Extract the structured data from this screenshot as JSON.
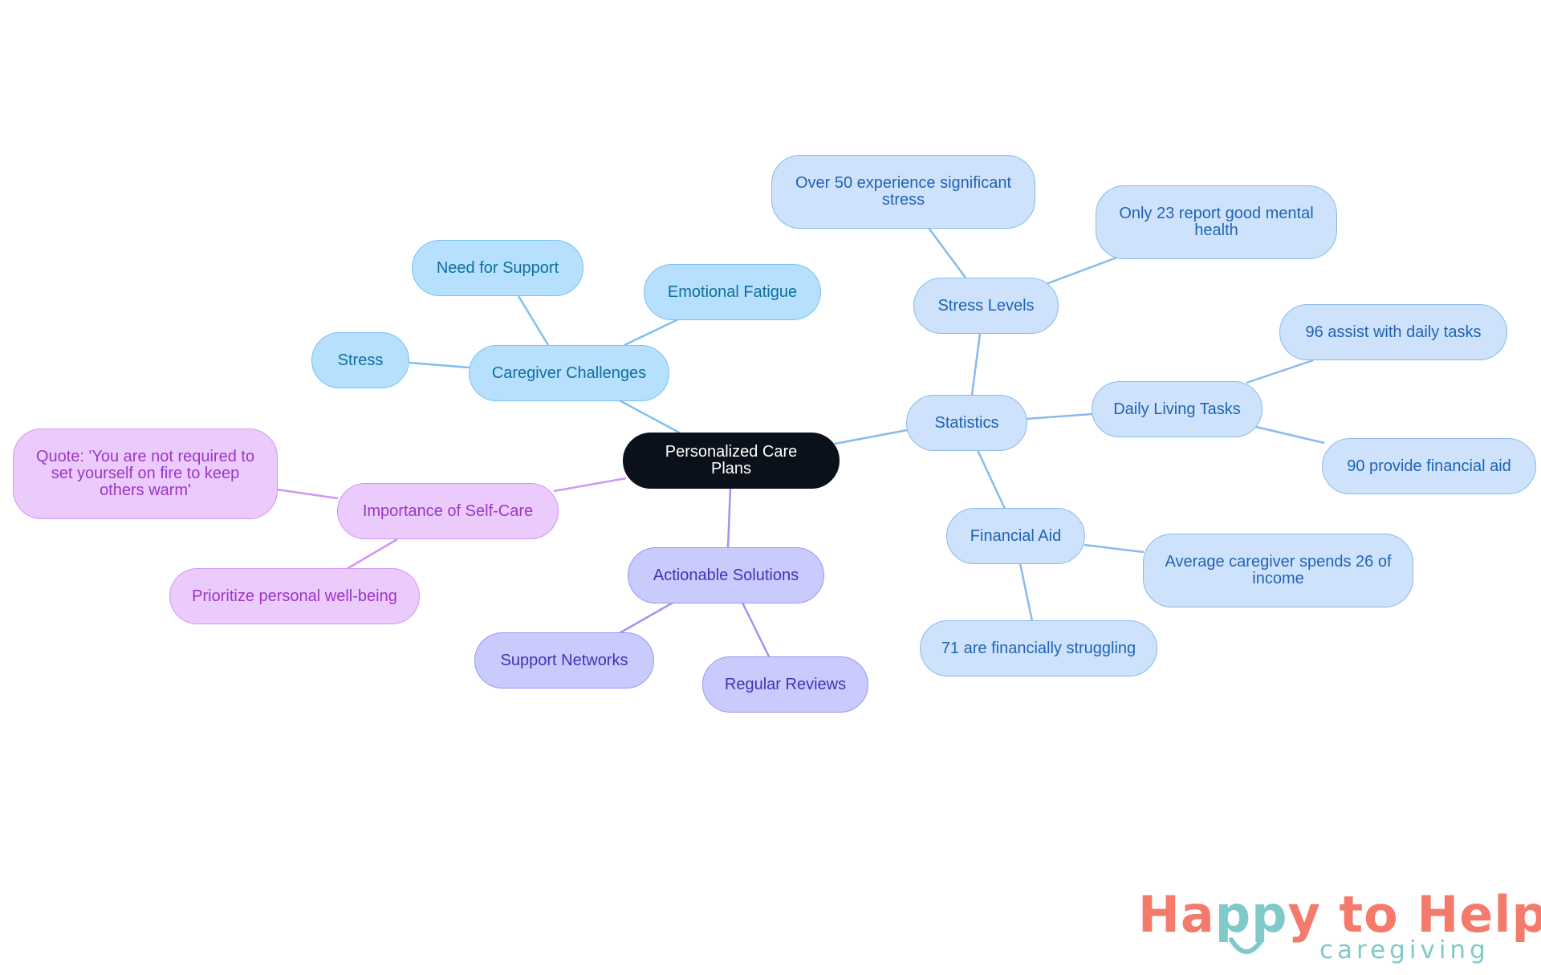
{
  "mindmap": {
    "center": "Personalized Care Plans",
    "branches": [
      {
        "label": "Caregiver Challenges",
        "color": "#b6e0fd",
        "children": [
          "Stress",
          "Need for Support",
          "Emotional Fatigue"
        ]
      },
      {
        "label": "Statistics",
        "color": "#cee3fb",
        "children": [
          {
            "label": "Stress Levels",
            "children": [
              "Over 50 experience significant stress",
              "Only 23 report good mental health"
            ]
          },
          {
            "label": "Daily Living Tasks",
            "children": [
              "96 assist with daily tasks",
              "90 provide financial aid"
            ]
          },
          {
            "label": "Financial Aid",
            "children": [
              "Average caregiver spends 26 of income",
              "71 are financially struggling"
            ]
          }
        ]
      },
      {
        "label": "Importance of Self-Care",
        "color": "#ebcbfc",
        "children": [
          "Quote: 'You are not required to set yourself on fire to keep others warm'",
          "Prioritize personal well-being"
        ]
      },
      {
        "label": "Actionable Solutions",
        "color": "#cacbfd",
        "children": [
          "Support Networks",
          "Regular Reviews"
        ]
      }
    ]
  },
  "logo": {
    "line1_part1": "Ha",
    "line1_part2": "pp",
    "line1_part3": "y to Help",
    "line2": "caregiving",
    "coral": "#f47b6b",
    "teal": "#7fc9c9"
  }
}
